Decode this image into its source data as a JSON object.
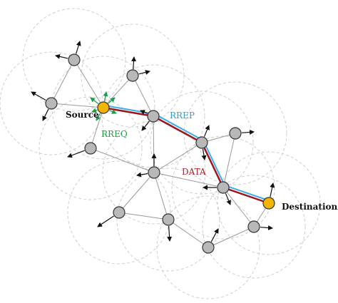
{
  "diagram": {
    "labels": {
      "source": "Source",
      "destination": "Destination",
      "rreq": "RREQ",
      "rrep": "RREP",
      "data": "DATA"
    },
    "colors": {
      "node": "#b8b8b8",
      "endpoint": "#f5b400",
      "link": "#9a9a9a",
      "range": "#cfcfcf",
      "data_path": "#a0141e",
      "rrep_path": "#3ab0e6",
      "rreq": "#19a14a",
      "label_rreq": "#1e9e45",
      "label_rrep": "#2a9fd8",
      "label_data": "#b01f24",
      "label_text": "#111111"
    }
  }
}
